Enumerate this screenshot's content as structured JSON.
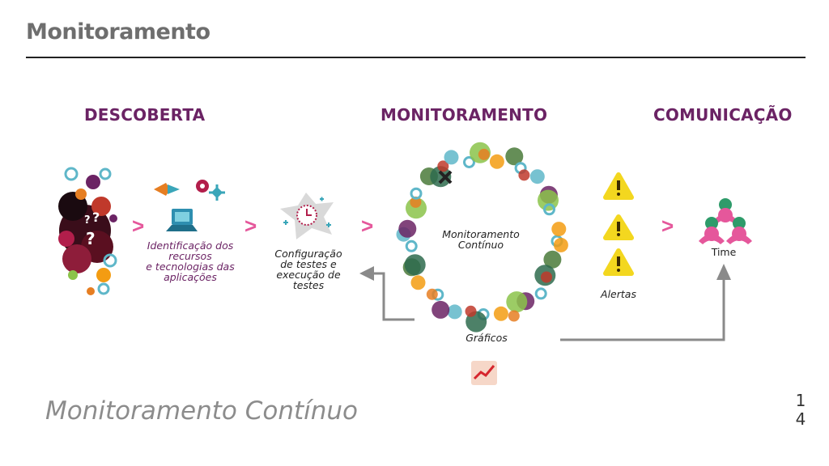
{
  "header": {
    "title": "Monitoramento"
  },
  "sections": {
    "discovery": "DESCOBERTA",
    "monitoring": "MONITORAMENTO",
    "communication": "COMUNICAÇÃO"
  },
  "captions": {
    "identification": "Identificação dos recursos\ne tecnologias das aplicações",
    "configuration": "Configuração de testes e execução de testes",
    "continuous": "Monitoramento Contínuo",
    "alerts": "Alertas",
    "charts": "Gráficos",
    "team": "Time"
  },
  "flow": {
    "arrow_glyph": ">"
  },
  "footer": {
    "subtitle": "Monitoramento Contínuo",
    "page_number": "1\n4"
  },
  "colors": {
    "accent": "#6b2364",
    "pink": "#e5579b",
    "alert": "#f3d71f",
    "gray_arrow": "#8a8a8a"
  },
  "icons": [
    "question-cluster-icon",
    "tools-icon",
    "laptop-icon",
    "clock-icon",
    "ring-icon",
    "warning-icon",
    "chart-icon",
    "team-icon"
  ]
}
